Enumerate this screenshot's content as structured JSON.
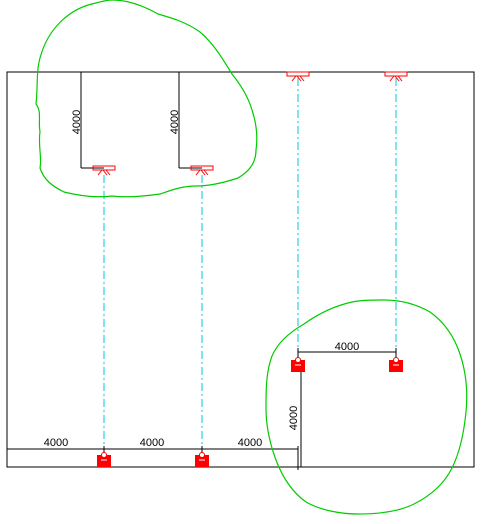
{
  "colors": {
    "frame": "#000000",
    "dimension": "#000000",
    "axis": "#00c8d8",
    "symbol": "#ff0000",
    "cloud": "#00cc00",
    "background": "#ffffff"
  },
  "dimensions": {
    "vertical_top_left": "4000",
    "vertical_top_mid": "4000",
    "horizontal_right": "4000",
    "vertical_bottom_right": "4000",
    "bottom_left": "4000",
    "bottom_mid": "4000",
    "bottom_right": "4000"
  },
  "icons": {
    "hanger_top": "pipe-hanger-icon",
    "support_bottom": "pipe-support-icon",
    "revision_cloud": "revision-cloud-icon"
  }
}
